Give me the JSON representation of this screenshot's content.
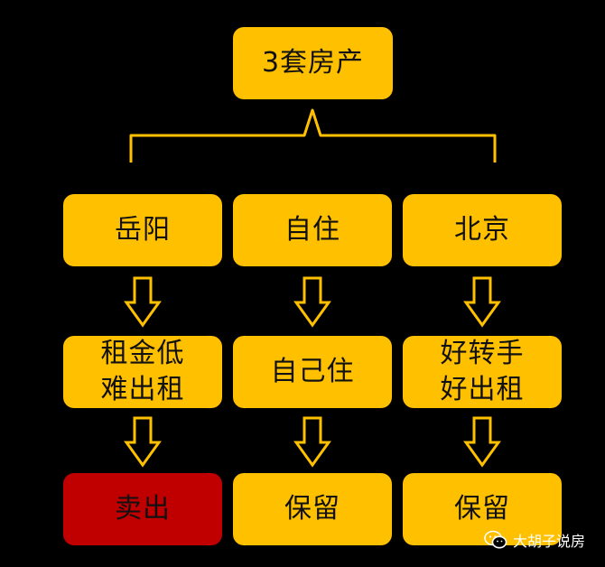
{
  "root": {
    "label": "3套房产"
  },
  "columns": [
    {
      "city": "岳阳",
      "reason": [
        "租金低",
        "难出租"
      ],
      "decision": "卖出",
      "decision_color": "#C00000"
    },
    {
      "city": "自住",
      "reason": [
        "自己住"
      ],
      "decision": "保留",
      "decision_color": "#FFC000"
    },
    {
      "city": "北京",
      "reason": [
        "好转手",
        "好出租"
      ],
      "decision": "保留",
      "decision_color": "#FFC000"
    }
  ],
  "colors": {
    "background": "#000000",
    "box": "#FFC000",
    "highlight": "#C00000",
    "outline": "#FFC000"
  },
  "watermark": {
    "text": "大胡子说房",
    "icon": "wechat-icon"
  }
}
